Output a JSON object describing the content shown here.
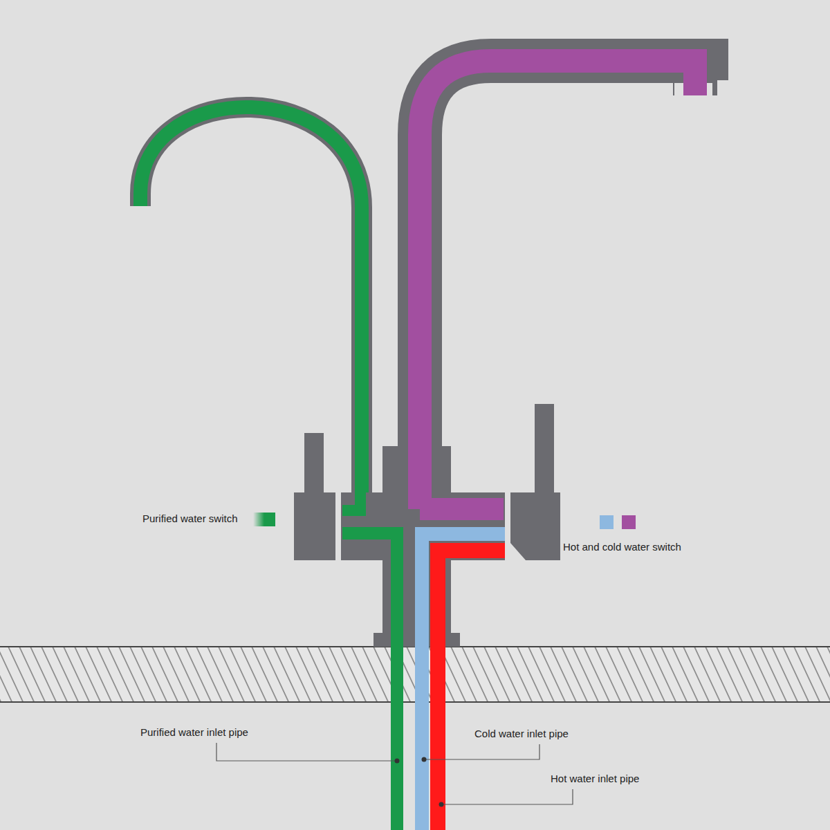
{
  "diagram": {
    "labels": [
      "Purified water switch",
      "Hot and cold water switch",
      "Purified water inlet pipe",
      "Cold water inlet pipe",
      "Hot water inlet pipe"
    ]
  }
}
